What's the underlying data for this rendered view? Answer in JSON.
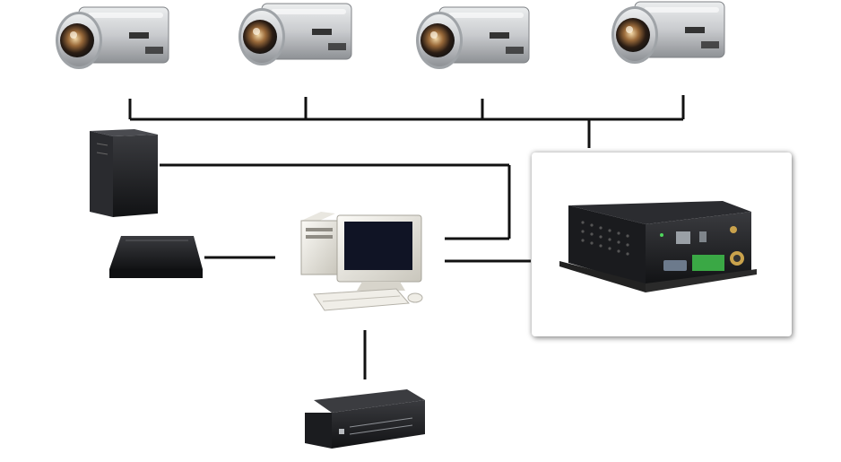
{
  "diagram": {
    "nodes": [
      {
        "id": "camera-1",
        "kind": "zoom-camera"
      },
      {
        "id": "camera-2",
        "kind": "zoom-camera"
      },
      {
        "id": "camera-3",
        "kind": "zoom-camera"
      },
      {
        "id": "camera-4",
        "kind": "zoom-camera"
      },
      {
        "id": "server",
        "kind": "tower-server"
      },
      {
        "id": "dvr",
        "kind": "recorder-box"
      },
      {
        "id": "workstation",
        "kind": "desktop-pc"
      },
      {
        "id": "gateway",
        "kind": "mini-pc-gateway"
      },
      {
        "id": "switch",
        "kind": "network-switch"
      }
    ],
    "connections": [
      [
        "camera-1",
        "camera-bus"
      ],
      [
        "camera-2",
        "camera-bus"
      ],
      [
        "camera-3",
        "camera-bus"
      ],
      [
        "camera-4",
        "camera-bus"
      ],
      [
        "camera-bus",
        "gateway"
      ],
      [
        "server",
        "workstation"
      ],
      [
        "dvr",
        "workstation"
      ],
      [
        "workstation",
        "gateway"
      ],
      [
        "workstation",
        "switch"
      ]
    ]
  },
  "colors": {
    "line": "#111111",
    "camera_body": "#cfd1d3",
    "device_dark": "#1e1f22",
    "panel_bg": "#ffffff",
    "terminal_green": "#3aa845"
  },
  "icons": {
    "camera": "zoom-camera-icon",
    "server": "tower-server-icon",
    "dvr": "recorder-box-icon",
    "workstation": "desktop-pc-icon",
    "gateway": "mini-pc-gateway-icon",
    "switch": "network-switch-icon"
  }
}
